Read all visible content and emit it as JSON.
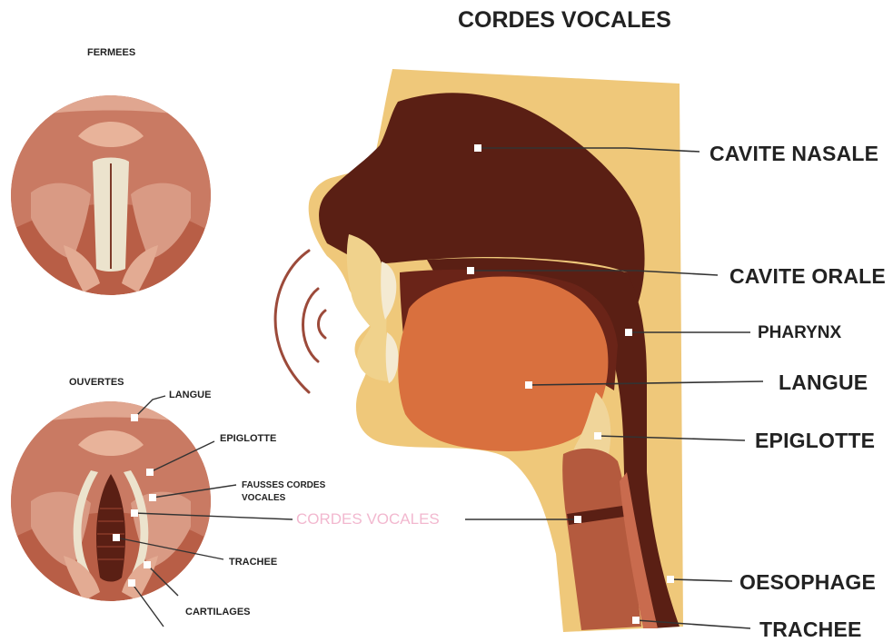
{
  "title": "CORDES VOCALES",
  "closed_label": "FERMEES",
  "open_label": "OUVERTES",
  "head_labels": {
    "nasal_cavity": "CAVITE NASALE",
    "oral_cavity": "CAVITE ORALE",
    "pharynx": "PHARYNX",
    "tongue": "LANGUE",
    "epiglottis": "EPIGLOTTE",
    "vocal_cords": "CORDES VOCALES",
    "esophagus": "OESOPHAGE",
    "trachea": "TRACHEE"
  },
  "larynx_labels": {
    "tongue": "LANGUE",
    "epiglottis": "EPIGLOTTE",
    "false_cords_line1": "FAUSSES CORDES",
    "false_cords_line2": "VOCALES",
    "trachea": "TRACHEE",
    "cartilages": "CARTILAGES"
  },
  "colors": {
    "skin": "#efc87a",
    "nasal": "#5a1f14",
    "tongue": "#d9703e",
    "pharynx": "#5a1f14",
    "larynx_bg": "#c0705a",
    "cords": "#ece3cd",
    "highlight": "#f2b8cf"
  }
}
